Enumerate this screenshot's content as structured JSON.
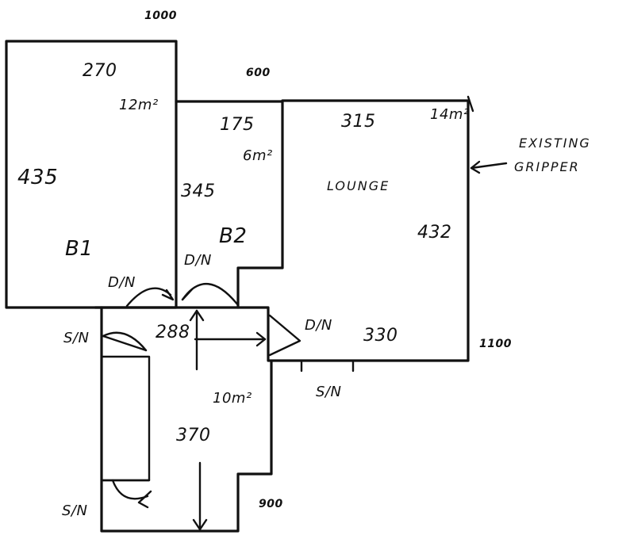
{
  "header": {
    "top_label": "1000"
  },
  "rooms": {
    "b1": {
      "name": "B1",
      "width": "270",
      "height": "435",
      "area": "12m²"
    },
    "b2": {
      "name": "B2",
      "width": "175",
      "height": "345",
      "area": "6m²"
    },
    "lounge": {
      "name": "LOUNGE",
      "width": "315",
      "height": "432",
      "depth_lower": "330",
      "area": "14m²"
    },
    "hall": {
      "width": "288",
      "length": "370",
      "area": "10m²"
    }
  },
  "notes": {
    "above_b2": "600",
    "right_lounge": "1100",
    "hall_bottom": "900",
    "existing_gripper_line1": "EXISTING",
    "existing_gripper_line2": "GRIPPER"
  },
  "doors": {
    "b1": "D/N",
    "b2": "D/N",
    "lounge": "D/N",
    "hall_top": "S/N",
    "lounge_bottom": "S/N",
    "hall_bottom": "S/N"
  }
}
